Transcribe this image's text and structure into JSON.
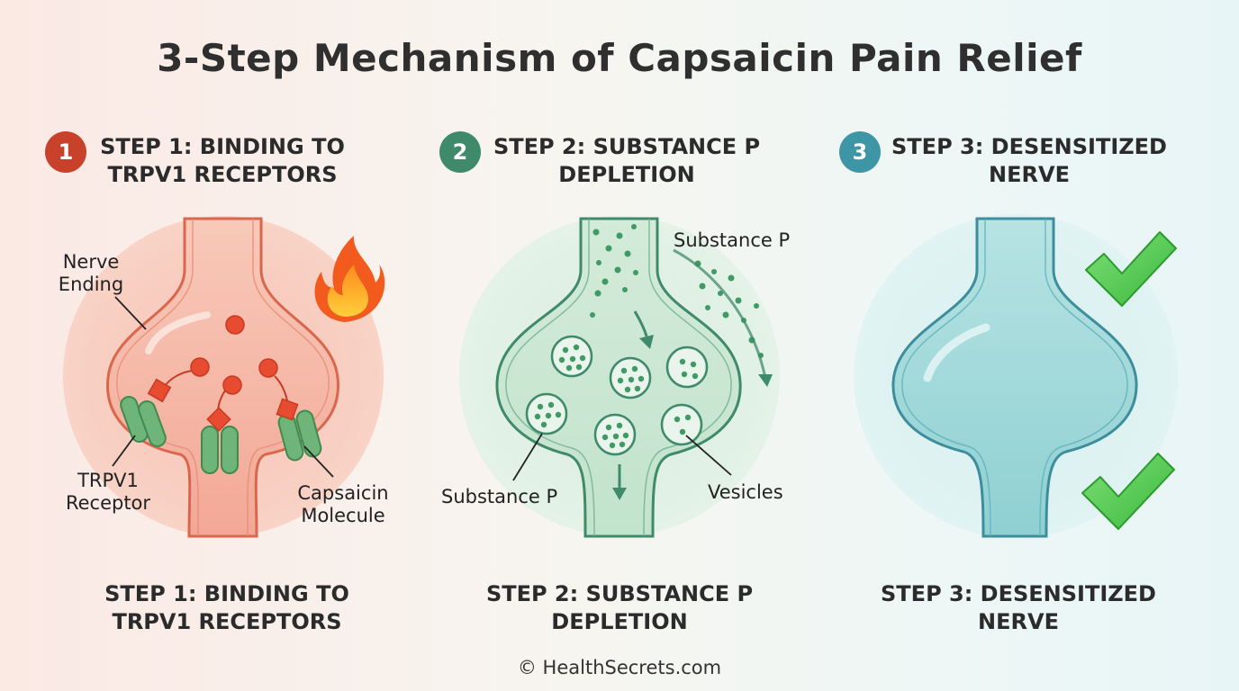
{
  "title": "3-Step Mechanism of Capsaicin Pain Relief",
  "steps": [
    {
      "number": "1",
      "heading_line1": "STEP 1: BINDING TO",
      "heading_line2": "TRPV1 RECEPTORS",
      "color": "#c8412b",
      "labels": {
        "nerve_ending_1": "Nerve",
        "nerve_ending_2": "Ending",
        "receptor_1": "TRPV1",
        "receptor_2": "Receptor",
        "molecule_1": "Capsaicin",
        "molecule_2": "Molecule"
      },
      "icon": "flame-icon"
    },
    {
      "number": "2",
      "heading_line1": "STEP 2: SUBSTANCE P",
      "heading_line2": "DEPLETION",
      "color": "#3f8a6a",
      "labels": {
        "substance_p_top": "Substance P",
        "substance_p_left": "Substance P",
        "vesicles": "Vesicles"
      },
      "icon": "arrow-down-icon"
    },
    {
      "number": "3",
      "heading_line1": "STEP 3: DESENSITIZED",
      "heading_line2": "NERVE",
      "color": "#3e95a6",
      "icon": "checkmark-icon"
    }
  ],
  "footer": "© HealthSecrets.com"
}
